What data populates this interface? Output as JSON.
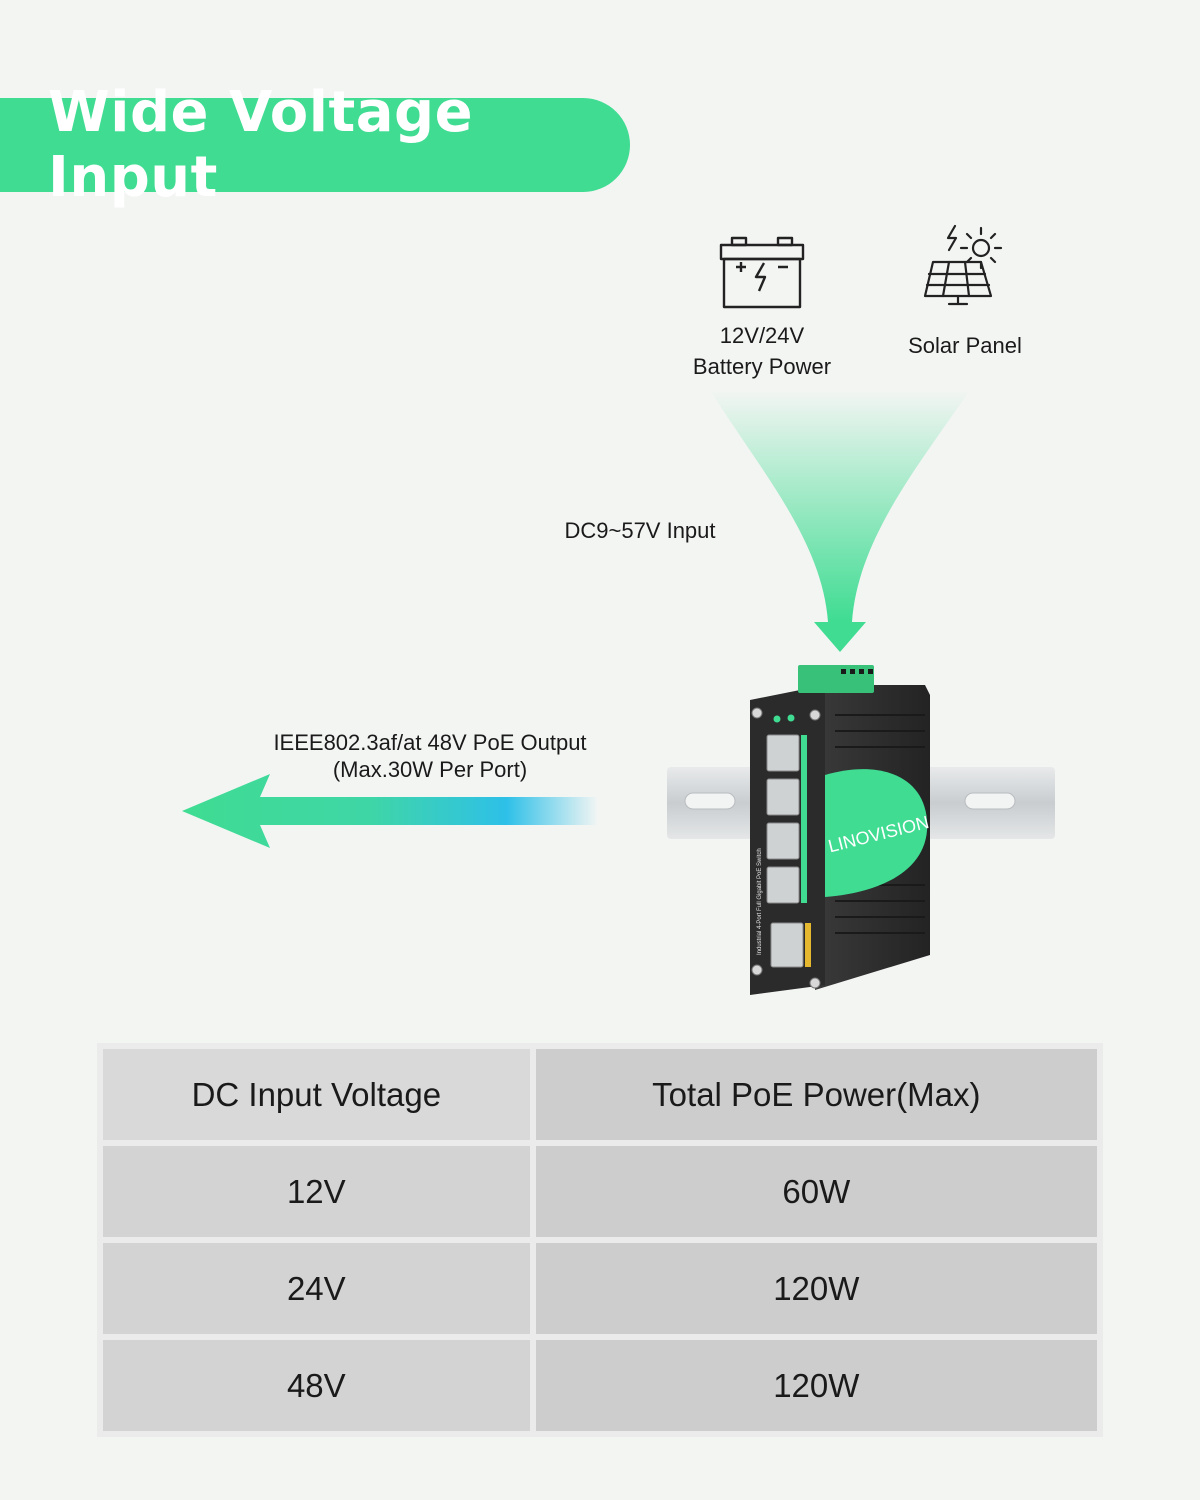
{
  "header": {
    "title": "Wide Voltage Input"
  },
  "sources": [
    {
      "label_line1": "12V/24V",
      "label_line2": "Battery Power",
      "icon": "battery-icon"
    },
    {
      "label": "Solar Panel",
      "icon": "solar-panel-icon"
    }
  ],
  "input_label": "DC9~57V Input",
  "output_label": {
    "line1": "IEEE802.3af/at 48V PoE Output",
    "line2": "(Max.30W Per Port)"
  },
  "device": {
    "brand": "LINOVISION",
    "side_text": "Industrial 4-Port Full Gigabit PoE Switch"
  },
  "table": {
    "headers": [
      "DC Input Voltage",
      "Total PoE Power(Max)"
    ],
    "rows": [
      [
        "12V",
        "60W"
      ],
      [
        "24V",
        "120W"
      ],
      [
        "48V",
        "120W"
      ]
    ]
  },
  "colors": {
    "accent": "#3fdc92",
    "arrow_blue": "#2ec0e8",
    "device_body": "#2b2b2b"
  }
}
